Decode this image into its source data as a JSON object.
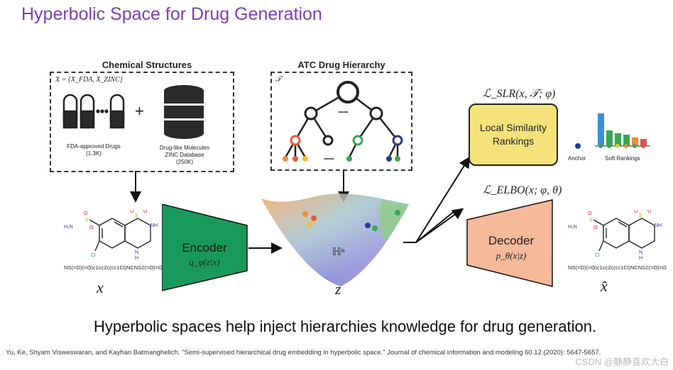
{
  "title": "Hyperbolic Space for Drug Generation",
  "chemical_panel": {
    "title": "Chemical Structures",
    "formula": "X = {X_FDA, X_ZINC}",
    "plus": "+",
    "fda_label": "FDA-approved Drugs",
    "fda_count": "(1.3K)",
    "zinc_label_1": "Drug-like Molecules",
    "zinc_label_2": "ZINC Database",
    "zinc_count": "(250K)"
  },
  "atc_panel": {
    "title": "ATC Drug Hierarchy",
    "symbol": "𝒯",
    "ellipsis_top": "......",
    "ellipsis_bottom": "......"
  },
  "input": {
    "smiles": "NS(=O)(=O)c1cc2c(cc1Cl)NCNS2(=O)=O",
    "label": "x",
    "atom_h2n": "H₂N",
    "atom_s": "S",
    "atom_nh": "NH",
    "atom_n": "N",
    "atom_h": "H",
    "atom_cl": "Cl",
    "atom_o": "O"
  },
  "encoder": {
    "label": "Encoder",
    "formula": "q_φ(z|x)"
  },
  "latent": {
    "symbol": "ℍⁿ",
    "label": "z"
  },
  "decoder": {
    "label": "Decoder",
    "formula": "p_θ(x|z)"
  },
  "output": {
    "smiles": "NS(=O)(=O)c1cc2c(cc1Cl)NCNS2(=O)=O",
    "label": "x̂",
    "atom_h2n": "H₂N",
    "atom_s": "S",
    "atom_nh": "NH",
    "atom_n": "N",
    "atom_h": "H",
    "atom_cl": "Cl",
    "atom_o": "O"
  },
  "ranking": {
    "loss": "ℒ_SLR(x, 𝒯; φ)",
    "box_line1": "Local Similarity",
    "box_line2": "Rankings",
    "anchor": "Anchor",
    "soft_rankings": "Soft Rankings"
  },
  "elbo": {
    "loss": "ℒ_ELBO(x; φ, θ)"
  },
  "tagline": "Hyperbolic spaces help inject hierarchies knowledge for drug generation.",
  "citation": "Yu, Ke, Shyam Visweswaran, and Kayhan Batmanghelich. \"Semi-supervised hierarchical drug embedding in hyperbolic space.\" Journal of chemical information and modeling 60.12 (2020): 5647-5657.",
  "watermark": "CSDN @静静喜欢大白",
  "colors": {
    "title": "#7d3fb0",
    "encoder": "#1a9a5a",
    "decoder": "#f6b99a",
    "ranking_box": "#f5e27a",
    "bar_blue": "#3b8fd6",
    "bar_green": "#3aa655",
    "bar_orange": "#ef8a3a",
    "bar_red": "#e0524c"
  }
}
